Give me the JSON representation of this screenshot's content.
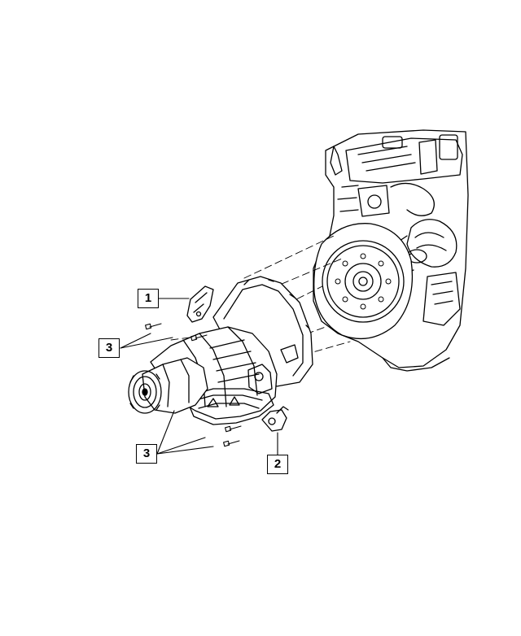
{
  "diagram": {
    "callouts": [
      {
        "id": "c1",
        "label": "1"
      },
      {
        "id": "c2",
        "label": "2"
      },
      {
        "id": "c3a",
        "label": "3"
      },
      {
        "id": "c3b",
        "label": "3"
      }
    ]
  }
}
